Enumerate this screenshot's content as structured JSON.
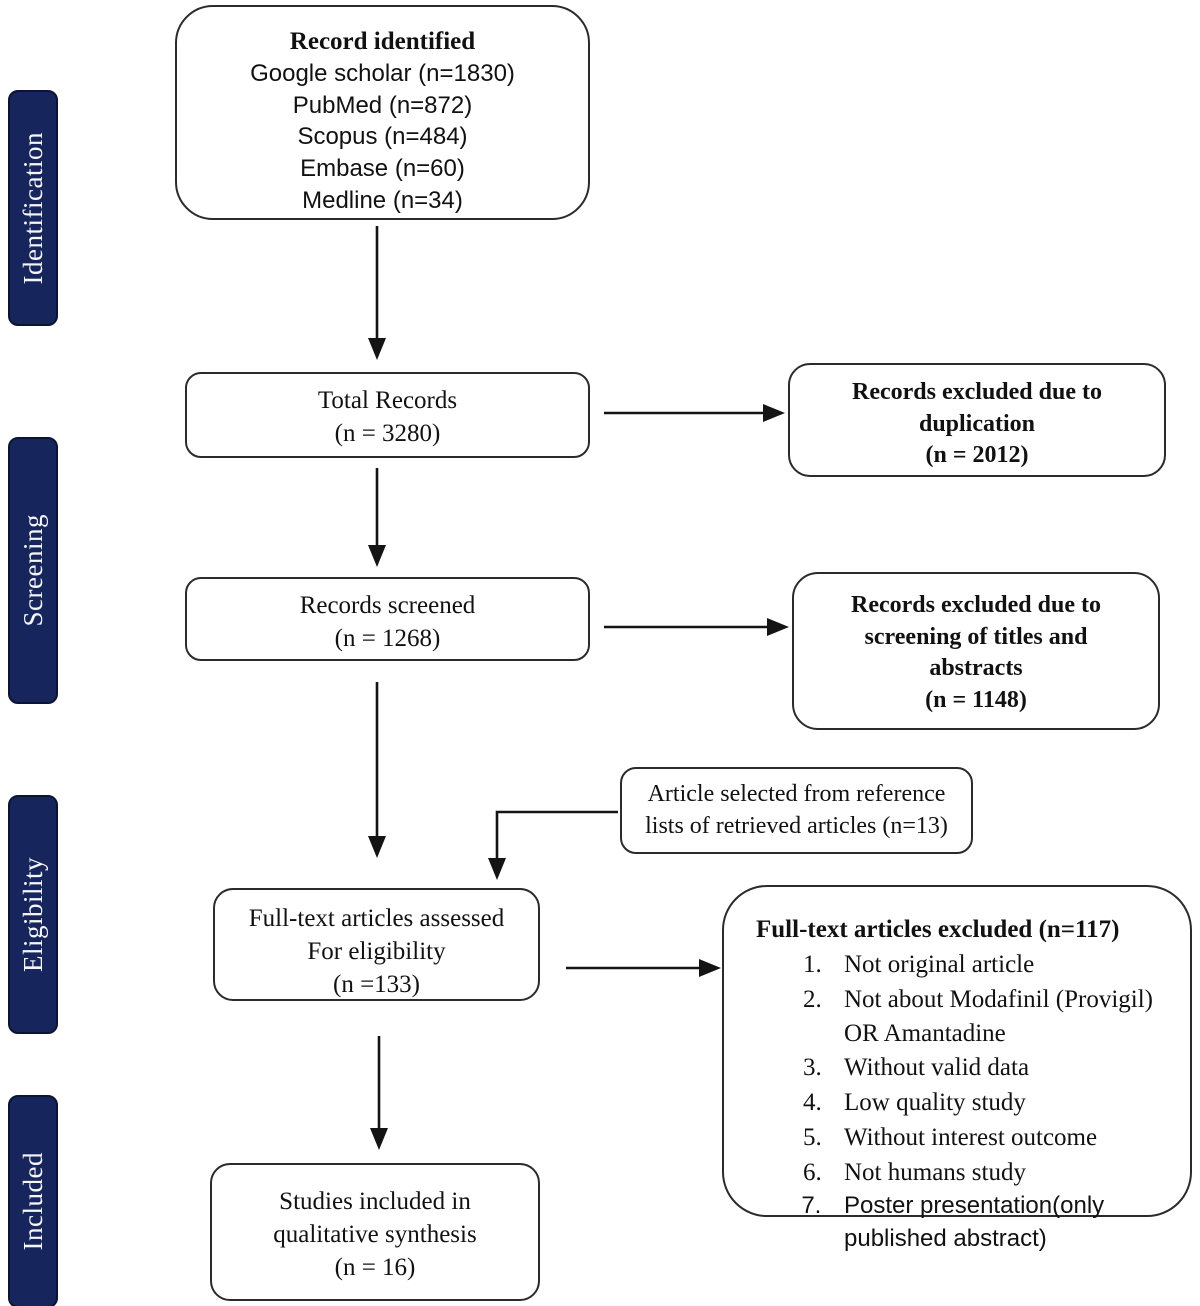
{
  "colors": {
    "sidebar_navy": "#16265C",
    "box_border": "#2b2b2b",
    "arrow_black": "#141414"
  },
  "sidebar": {
    "stages": [
      {
        "label": "Identification"
      },
      {
        "label": "Screening"
      },
      {
        "label": "Eligibility"
      },
      {
        "label": "Included"
      }
    ]
  },
  "boxes": {
    "record_identified": {
      "title": "Record identified",
      "lines": [
        "Google scholar (n=1830)",
        "PubMed (n=872)",
        "Scopus (n=484)",
        "Embase (n=60)",
        "Medline (n=34)"
      ]
    },
    "total_records": {
      "lines": [
        "Total Records",
        "(n = 3280)"
      ]
    },
    "excluded_duplication": {
      "lines": [
        "Records excluded due to",
        "duplication",
        "(n = 2012)"
      ]
    },
    "records_screened": {
      "lines": [
        "Records screened",
        "(n = 1268)"
      ]
    },
    "excluded_screening": {
      "lines": [
        "Records excluded due to",
        "screening of titles and",
        "abstracts",
        "(n = 1148)"
      ]
    },
    "reference_articles": {
      "lines": [
        "Article selected from reference",
        "lists of retrieved articles (n=13)"
      ]
    },
    "fulltext_assessed": {
      "lines": [
        "Full-text articles assessed",
        "For eligibility",
        "(n =133)"
      ]
    },
    "fulltext_excluded": {
      "title": "Full-text articles excluded (n=117)",
      "items": [
        "Not original article",
        "Not about Modafinil (Provigil) OR Amantadine",
        "Without valid data",
        "Low quality study",
        "Without interest outcome",
        "Not humans study",
        "Poster presentation(only published abstract)"
      ]
    },
    "studies_included": {
      "lines": [
        "Studies included in",
        "qualitative synthesis",
        "(n = 16)"
      ]
    }
  }
}
